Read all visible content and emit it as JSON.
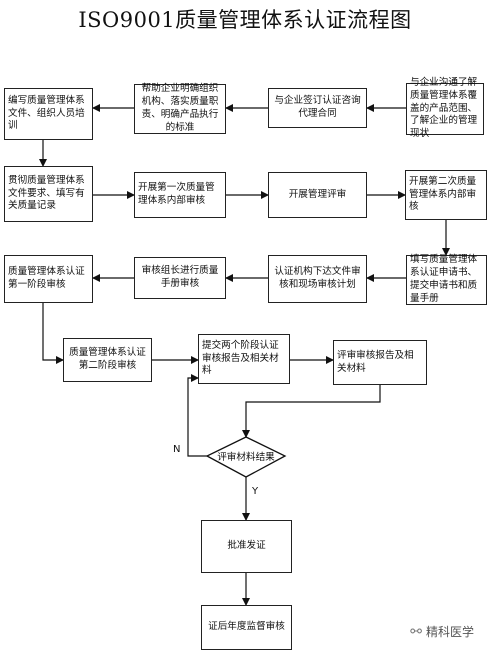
{
  "title": "ISO9001质量管理体系认证流程图",
  "steps": {
    "s1": "与企业沟通了解质量管理体系覆盖的产品范围、了解企业的管理现状",
    "s2": "与企业签订认证咨询代理合同",
    "s3": "帮助企业明确组织机构、落实质量职责、明确产品执行的标准",
    "s4": "编写质量管理体系文件、组织人员培训",
    "s5": "贯彻质量管理体系文件要求、填写有关质量记录",
    "s6": "开展第一次质量管理体系内部审核",
    "s7": "开展管理评审",
    "s8": "开展第二次质量管理体系内部审核",
    "s9": "填写质量管理体系认证申请书、提交申请书和质量手册",
    "s10": "认证机构下达文件审核和现场审核计划",
    "s11": "审核组长进行质量手册审核",
    "s12": "质量管理体系认证第一阶段审核",
    "s13": "质量管理体系认证第二阶段审核",
    "s14": "提交两个阶段认证审核报告及相关材料",
    "s15": "评审审核报告及相关材料",
    "decision": "评审材料结果",
    "s16": "批准发证",
    "s17": "证后年度监督审核"
  },
  "branch": {
    "no": "N",
    "yes": "Y"
  },
  "watermark": {
    "icon": "wechat-icon",
    "text": "精科医学"
  }
}
